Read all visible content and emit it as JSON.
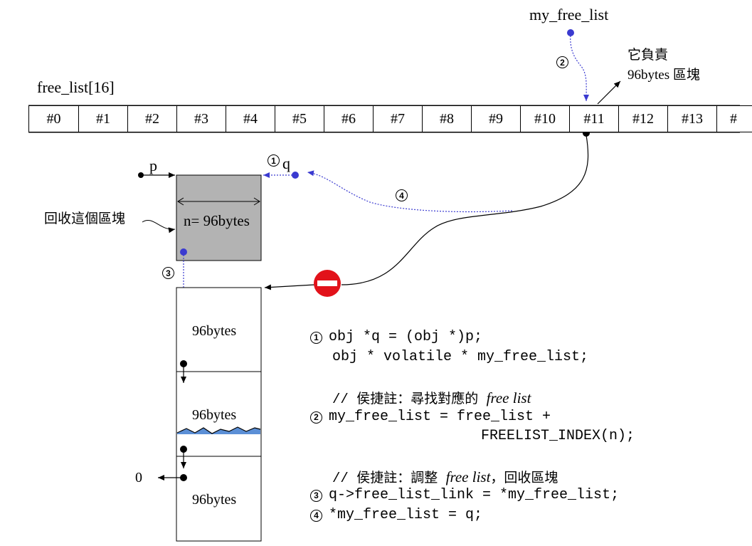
{
  "labels": {
    "my_free_list": "my_free_list",
    "free_list": "free_list[16]",
    "responsible_line1": "它負責",
    "responsible_line2": "96bytes 區塊",
    "p": "p",
    "q": "q",
    "recycle": "回收這個區塊",
    "n_size": "n= 96bytes",
    "zero": "0"
  },
  "slots": [
    "#0",
    "#1",
    "#2",
    "#3",
    "#4",
    "#5",
    "#6",
    "#7",
    "#8",
    "#9",
    "#10",
    "#11",
    "#12",
    "#13",
    "#"
  ],
  "blocks": [
    "96bytes",
    "96bytes",
    "96bytes"
  ],
  "steps": [
    "1",
    "2",
    "3",
    "4"
  ],
  "code": {
    "s1_line1": "obj *q = (obj *)p;",
    "s1_line2": "obj * volatile * my_free_list;",
    "c1_prefix": "// 侯捷註：尋找對應的 ",
    "c1_italic": "free list",
    "s2_line1": "my_free_list = free_list +",
    "s2_line2": "FREELIST_INDEX(n);",
    "c2_prefix": "// 侯捷註：調整 ",
    "c2_italic": "free list",
    "c2_suffix": "，回收區塊",
    "s3_line": "q->free_list_link = *my_free_list;",
    "s4_line": "*my_free_list = q;"
  },
  "colors": {
    "pointer_blue": "#3a3ad0",
    "block_gray": "#b3b3b3",
    "stop_red": "#e2121a",
    "wave_blue": "#5b8fd6"
  }
}
